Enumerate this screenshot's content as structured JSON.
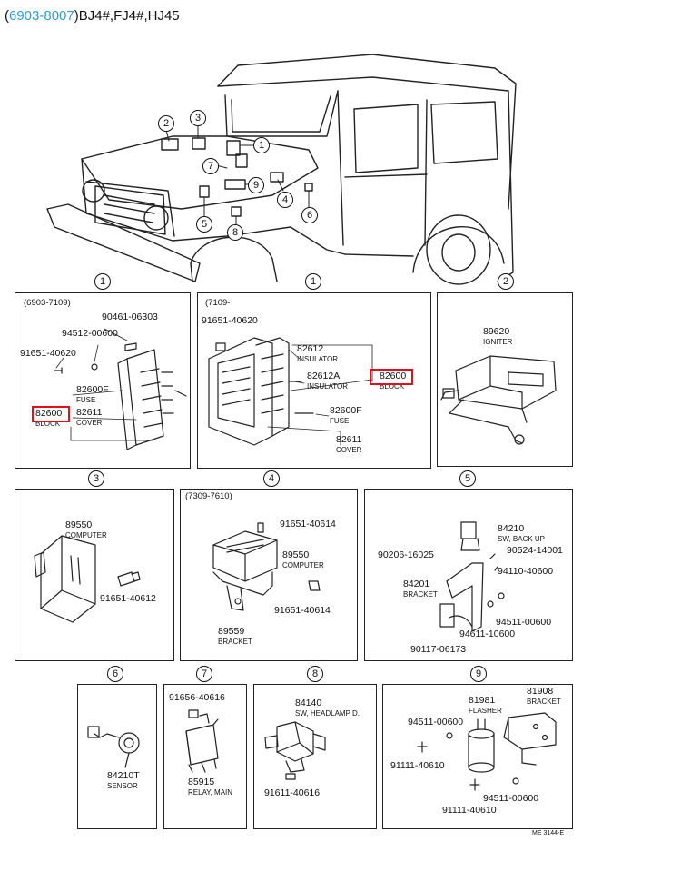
{
  "header": {
    "open": "(",
    "range": "6903-8007",
    "close": ")",
    "models": "BJ4#,FJ4#,HJ45"
  },
  "callouts": [
    "1",
    "2",
    "3",
    "4",
    "5",
    "6",
    "7",
    "8",
    "9"
  ],
  "panel1a": {
    "range": "(6903-7109)",
    "p1": "90461-06303",
    "p2": "94512-00600",
    "p3": "91651-40620",
    "p4": "82600F",
    "p4l": "FUSE",
    "p5": "82600",
    "p5l": "BLOCK",
    "p6": "82611",
    "p6l": "COVER"
  },
  "panel1b": {
    "range": "(7109-      ",
    "p1": "91651-40620",
    "p2": "82612",
    "p2l": "INSULATOR",
    "p3": "82612A",
    "p3l": "INSULATOR",
    "p4": "82600",
    "p4l": "BLOCK",
    "p5": "82600F",
    "p5l": "FUSE",
    "p6": "82611",
    "p6l": "COVER"
  },
  "panel2": {
    "p1": "89620",
    "p1l": "IGNITER"
  },
  "panel3": {
    "p1": "89550",
    "p1l": "COMPUTER",
    "p2": "91651-40612"
  },
  "panel4": {
    "range": "(7309-7610)",
    "p1": "91651-40614",
    "p2": "89550",
    "p2l": "COMPUTER",
    "p3": "91651-40614",
    "p4": "89559",
    "p4l": "BRACKET"
  },
  "panel5": {
    "p1": "84210",
    "p1l": "SW, BACK UP",
    "p2": "90206-16025",
    "p3": "90524-14001",
    "p4": "94110-40600",
    "p5": "84201",
    "p5l": "BRACKET",
    "p6": "94511-00600",
    "p7": "94611-10600",
    "p8": "90117-06173"
  },
  "panel6": {
    "p1": "84210T",
    "p1l": "SENSOR"
  },
  "panel7": {
    "p1": "91656-40616",
    "p2": "85915",
    "p2l": "RELAY, MAIN"
  },
  "panel8": {
    "p1": "84140",
    "p1l": "SW, HEADLAMP D.",
    "p2": "91611-40616"
  },
  "panel9": {
    "p1": "81908",
    "p1l": "BRACKET",
    "p2": "81981",
    "p2l": "FLASHER",
    "p3": "94511-00600",
    "p4": "91111-40610",
    "p5": "94511-00600",
    "p6": "91111-40610"
  },
  "footer": "ME 3144-E"
}
